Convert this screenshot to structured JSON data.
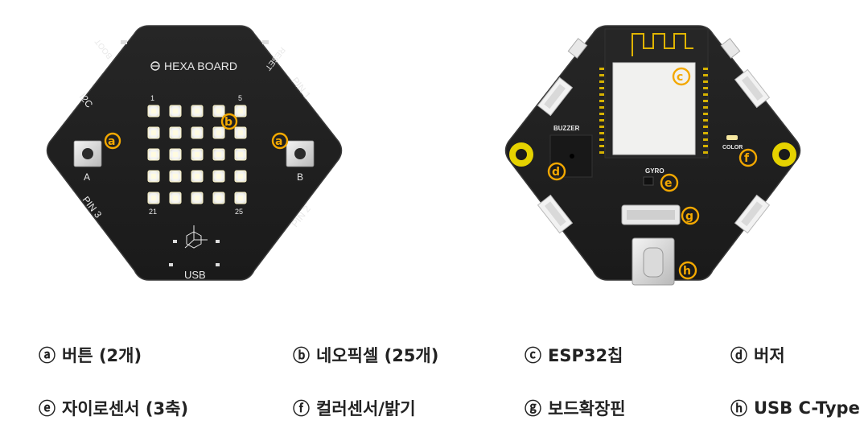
{
  "front_board": {
    "title": "HEXA BOARD",
    "labels": {
      "boot": "BOOT",
      "reset": "RESET",
      "i2c": "I2C",
      "pin1": "PIN 1",
      "pin2": "PIN 2",
      "pin3": "PIN 3",
      "usb": "USB",
      "button_a": "A",
      "button_b": "B",
      "led_1": "1",
      "led_5": "5",
      "led_21": "21",
      "led_25": "25"
    },
    "markers": {
      "a_left": "a",
      "a_right": "a",
      "b": "b"
    }
  },
  "back_board": {
    "labels": {
      "buzzer": "BUZZER",
      "gyro": "GYRO",
      "color": "COLOR"
    },
    "markers": {
      "c": "c",
      "d": "d",
      "e": "e",
      "f": "f",
      "g": "g",
      "h": "h"
    }
  },
  "legend": [
    {
      "badge": "ⓐ",
      "text": "버튼 (2개)"
    },
    {
      "badge": "ⓑ",
      "text": "네오픽셀 (25개)"
    },
    {
      "badge": "ⓒ",
      "text": "ESP32칩"
    },
    {
      "badge": "ⓓ",
      "text": "버저"
    },
    {
      "badge": "ⓔ",
      "text": "자이로센서 (3축)"
    },
    {
      "badge": "ⓕ",
      "text": "컬러센서/밝기"
    },
    {
      "badge": "ⓖ",
      "text": "보드확장핀"
    },
    {
      "badge": "ⓗ",
      "text": "USB C-Type"
    }
  ],
  "colors": {
    "board": "#1f1f1f",
    "board_edge": "#3a3a3a",
    "marker": "#f3a800",
    "led": "#f2f2f2",
    "led_glow": "#fffce0"
  }
}
